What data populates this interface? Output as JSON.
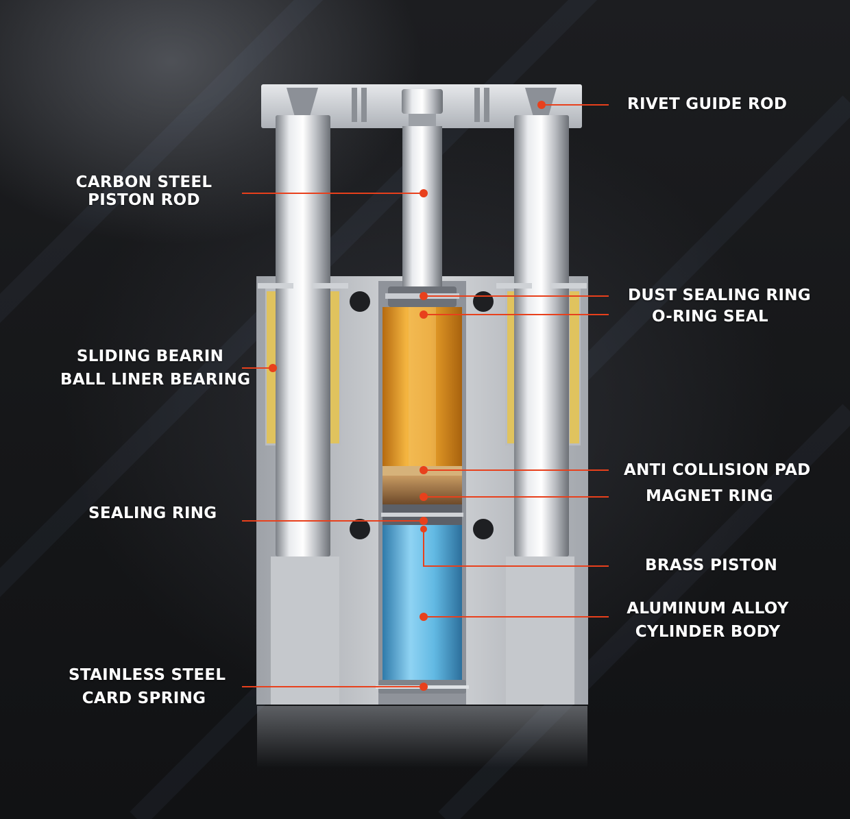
{
  "labels": {
    "rivet_guide_rod": "RIVET GUIDE ROD",
    "carbon_steel_piston_rod": [
      "CARBON STEEL",
      "PISTON ROD"
    ],
    "dust_sealing_ring": "DUST SEALING RING",
    "o_ring_seal": "O-RING SEAL",
    "sliding_bearing": [
      "SLIDING BEARIN",
      "BALL LINER BEARING"
    ],
    "anti_collision_pad": "ANTI COLLISION PAD",
    "magnet_ring": "MAGNET RING",
    "sealing_ring": "SEALING RING",
    "brass_piston": "BRASS PISTON",
    "aluminum_alloy_cylinder_body": [
      "ALUMINUM ALLOY",
      "CYLINDER BODY"
    ],
    "stainless_steel_card_spring": [
      "STAINLESS STEEL",
      "CARD SPRING"
    ]
  },
  "colors": {
    "callout": "#e8401c",
    "oil_amber": "#e3a02c",
    "air_blue": "#5fb6e0",
    "steel": "#c9ccd1"
  }
}
